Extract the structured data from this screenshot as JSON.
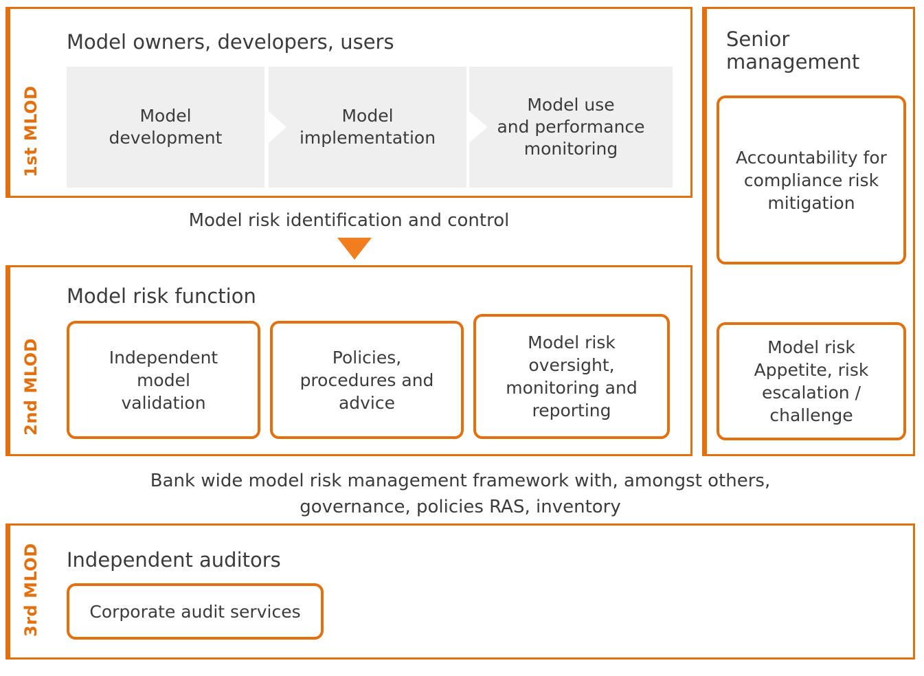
{
  "theme": {
    "accent_orange": "#E3700F",
    "arrow_orange": "#F07D1E",
    "gray_box_fill": "#efefef",
    "text_color": "#3b3b3b",
    "background": "#ffffff"
  },
  "lines_of_defence": [
    {
      "tag": "1st MLOD",
      "heading": "Model owners, developers, users",
      "boxes": [
        {
          "label": "Model\ndevelopment",
          "style": "gray",
          "notched": false
        },
        {
          "label": "Model\nimplementation",
          "style": "gray",
          "notched": true
        },
        {
          "label": "Model use\nand performance\nmonitoring",
          "style": "gray",
          "notched": true
        }
      ]
    },
    {
      "tag": "2nd MLOD",
      "heading": "Model risk function",
      "boxes": [
        {
          "label": "Independent\nmodel\nvalidation",
          "style": "rounded-orange",
          "notched": false
        },
        {
          "label": "Policies,\nprocedures and\nadvice",
          "style": "rounded-orange",
          "notched": false
        },
        {
          "label": "Model risk\noversight,\nmonitoring and\nreporting",
          "style": "rounded-orange",
          "notched": false
        }
      ]
    },
    {
      "tag": "3rd MLOD",
      "heading": "Independent auditors",
      "boxes": [
        {
          "label": "Corporate audit services",
          "style": "rounded-orange",
          "notched": false
        }
      ]
    }
  ],
  "connector": {
    "label": "Model risk identification and control",
    "arrow": "down-triangle"
  },
  "senior_management": {
    "heading": "Senior\nmanagement",
    "boxes": [
      {
        "label": "Accountability for\ncompliance risk\nmitigation"
      },
      {
        "label": "Model risk\nAppetite, risk\nescalation /\nchallenge"
      }
    ]
  },
  "framework_caption": "Bank wide model risk management framework with, amongst others,\ngovernance, policies RAS, inventory"
}
